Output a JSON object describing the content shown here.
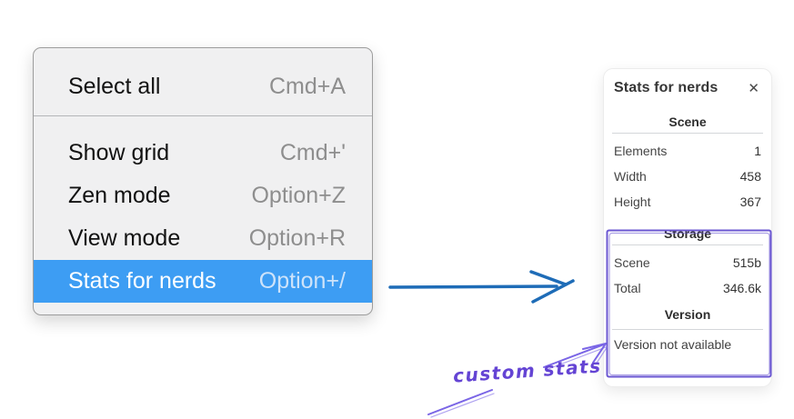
{
  "menu": {
    "items": [
      {
        "label": "Select all",
        "shortcut": "Cmd+A",
        "highlighted": false
      },
      {
        "label": "Show grid",
        "shortcut": "Cmd+'",
        "highlighted": false
      },
      {
        "label": "Zen mode",
        "shortcut": "Option+Z",
        "highlighted": false
      },
      {
        "label": "View mode",
        "shortcut": "Option+R",
        "highlighted": false
      },
      {
        "label": "Stats for nerds",
        "shortcut": "Option+/",
        "highlighted": true
      }
    ]
  },
  "panel": {
    "title": "Stats for nerds",
    "close_glyph": "✕",
    "sections": [
      {
        "heading": "Scene",
        "rows": [
          [
            "Elements",
            "1"
          ],
          [
            "Width",
            "458"
          ],
          [
            "Height",
            "367"
          ]
        ]
      },
      {
        "heading": "Storage",
        "rows": [
          [
            "Scene",
            "515b"
          ],
          [
            "Total",
            "346.6k"
          ]
        ]
      },
      {
        "heading": "Version",
        "rows": [],
        "note": "Version not available"
      }
    ]
  },
  "annotation": {
    "label": "custom stats"
  },
  "colors": {
    "menu_background": "#f0f0f1",
    "menu_highlight_blue": "#3d9df3",
    "menu_shortcut_gray": "#8e8e8e",
    "pointer_arrow_blue": "#1e6cb7",
    "annotation_violet": "#6b57d2",
    "annotation_text_violet": "#6444d4",
    "panel_divider_gray": "#d4d7da"
  }
}
